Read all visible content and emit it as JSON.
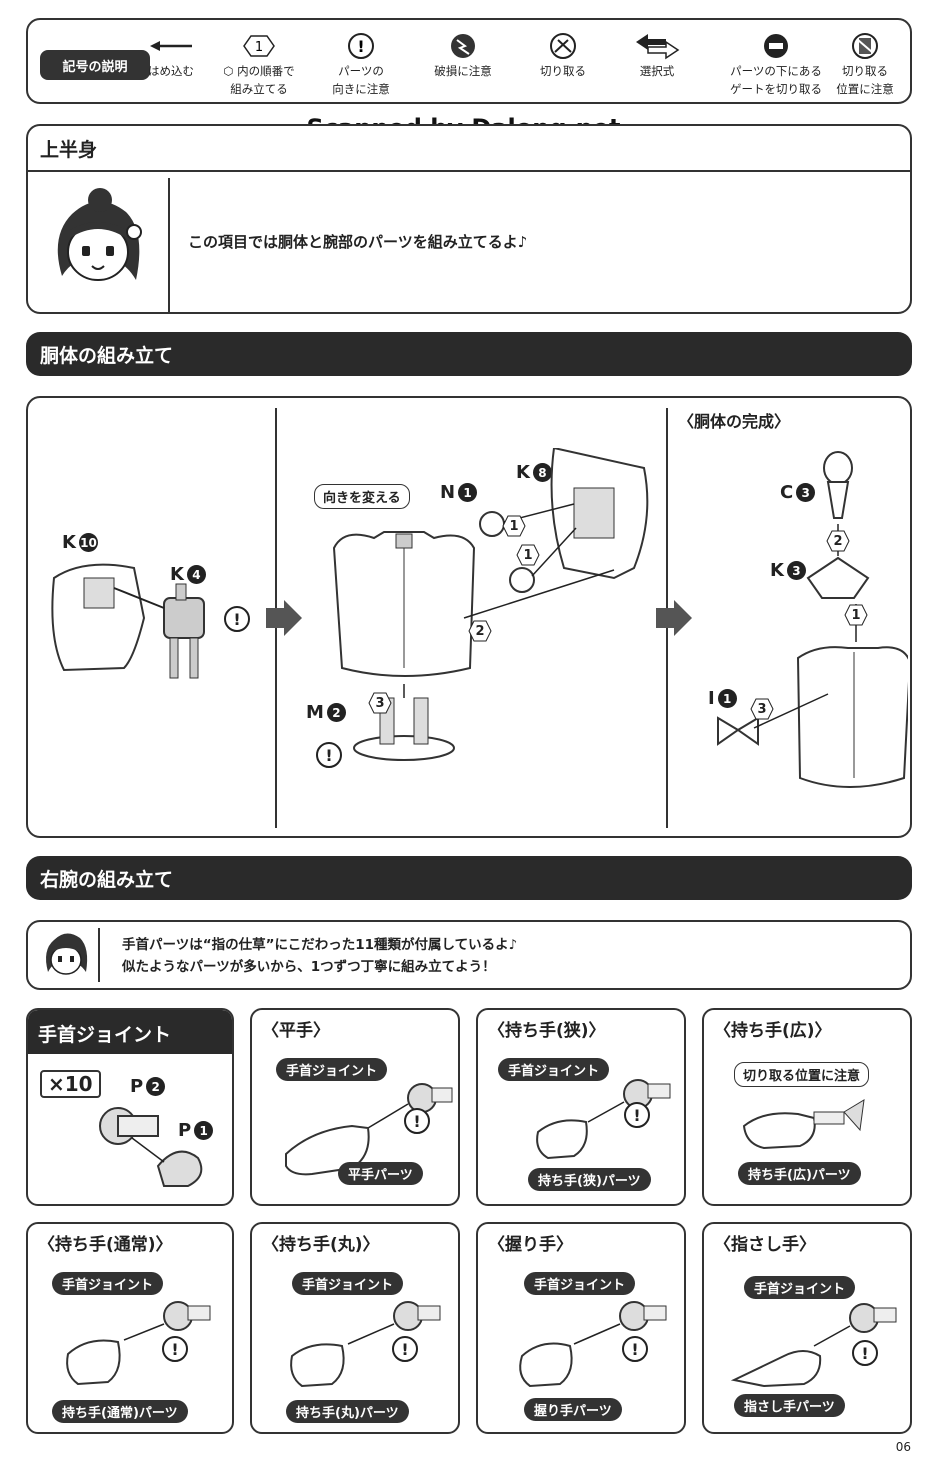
{
  "legend": {
    "tag": "記号の説明",
    "items": [
      {
        "icon": "arrow-left-icon",
        "line1": "はめ込む",
        "line2": ""
      },
      {
        "icon": "hex-number-icon",
        "hex": "1",
        "line1": "⬡ 内の順番で",
        "line2": "組み立てる"
      },
      {
        "icon": "warning-icon",
        "line1": "パーツの",
        "line2": "向きに注意"
      },
      {
        "icon": "break-warning-icon",
        "line1": "破損に注意",
        "line2": ""
      },
      {
        "icon": "cut-icon",
        "line1": "切り取る",
        "line2": ""
      },
      {
        "icon": "choice-arrow-icon",
        "line1": "選択式",
        "line2": ""
      },
      {
        "icon": "gate-cut-icon",
        "line1": "パーツの下にある",
        "line2": "ゲートを切り取る"
      },
      {
        "icon": "cut-position-icon",
        "line1": "切り取る",
        "line2": "位置に注意"
      }
    ]
  },
  "watermark": "Scanned by Dalong.net",
  "upper_body": {
    "title": "上半身",
    "speech": "この項目では胴体と腕部のパーツを組み立てるよ♪"
  },
  "torso": {
    "title": "胴体の組み立て",
    "left_parts": [
      {
        "letter": "K",
        "num": "10"
      },
      {
        "letter": "K",
        "num": "4"
      }
    ],
    "mid_note": "向きを変える",
    "mid_parts": [
      {
        "letter": "N",
        "num": "1"
      },
      {
        "letter": "N",
        "num": "1"
      },
      {
        "letter": "K",
        "num": "8"
      },
      {
        "letter": "M",
        "num": "2"
      }
    ],
    "complete_title": "〈胴体の完成〉",
    "right_parts": [
      {
        "letter": "C",
        "num": "3"
      },
      {
        "letter": "K",
        "num": "3"
      },
      {
        "letter": "I",
        "num": "1"
      }
    ],
    "steps": [
      "1",
      "1",
      "2",
      "3",
      "2",
      "1",
      "3"
    ]
  },
  "right_arm": {
    "title": "右腕の組み立て",
    "speech_line1": "手首パーツは“指の仕草”にこだわった11種類が付属しているよ♪",
    "speech_line2": "似たようなパーツが多いから、1つずつ丁寧に組み立てよう！"
  },
  "cells": [
    {
      "title": "手首ジョイント",
      "x10": "×10",
      "parts": [
        {
          "letter": "P",
          "num": "2"
        },
        {
          "letter": "P",
          "num": "1"
        }
      ]
    },
    {
      "title": "〈平手〉",
      "joint": "手首ジョイント",
      "part": "平手パーツ"
    },
    {
      "title": "〈持ち手(狭)〉",
      "joint": "手首ジョイント",
      "part": "持ち手(狭)パーツ"
    },
    {
      "title": "〈持ち手(広)〉",
      "joint": "切り取る位置に注意",
      "part": "持ち手(広)パーツ"
    },
    {
      "title": "〈持ち手(通常)〉",
      "joint": "手首ジョイント",
      "part": "持ち手(通常)パーツ"
    },
    {
      "title": "〈持ち手(丸)〉",
      "joint": "手首ジョイント",
      "part": "持ち手(丸)パーツ"
    },
    {
      "title": "〈握り手〉",
      "joint": "手首ジョイント",
      "part": "握り手パーツ"
    },
    {
      "title": "〈指さし手〉",
      "joint": "手首ジョイント",
      "part": "指さし手パーツ"
    }
  ],
  "page": "06"
}
